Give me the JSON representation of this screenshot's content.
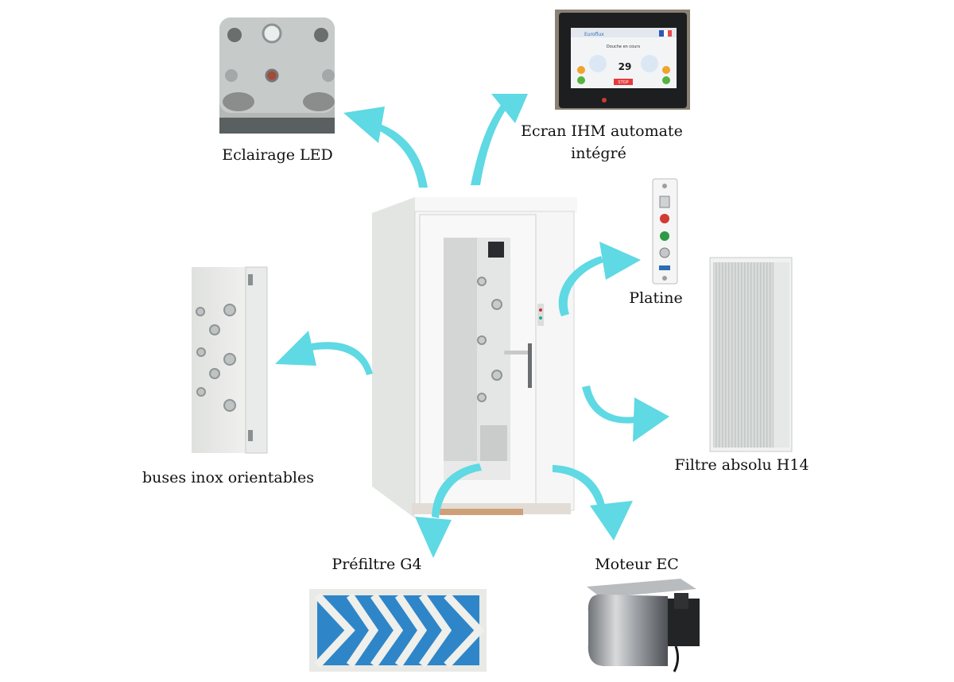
{
  "labels": {
    "led": "Eclairage LED",
    "hmi_line1": "Ecran IHM automate",
    "hmi_line2": "intégré",
    "platine": "Platine",
    "nozzles": "buses inox orientables",
    "hepa": "Filtre absolu H14",
    "prefilter": "Préfiltre G4",
    "motor": "Moteur EC"
  },
  "hmi_screen": {
    "brand": "Euroflux",
    "status": "Douche en cours",
    "counter": "29",
    "stop": "STOP"
  },
  "colors": {
    "arrow": "#5fd9e3",
    "cabin": "#f1f2f1",
    "filter_blue": "#2e86c8",
    "frame": "#e9e9e6"
  }
}
